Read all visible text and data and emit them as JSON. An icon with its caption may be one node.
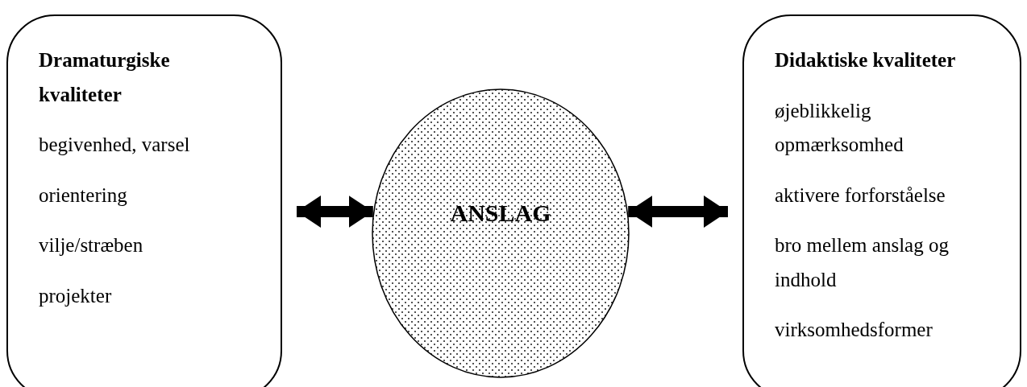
{
  "diagram": {
    "nodes": [
      {
        "text": [
          "Dramaturgiske kvaliteter",
          "begivenhed, varsel",
          "orientering",
          "vilje/stræben",
          "projekter"
        ]
      },
      {
        "text": [
          "ANSLAG"
        ]
      },
      {
        "text": [
          "Didaktiske kvaliteter",
          "øjeblikkelig opmærksomhed",
          "aktivere forforståelse",
          "bro mellem anslag og indhold",
          "virksomhedsformer"
        ]
      }
    ],
    "edges": [
      {
        "from": 0,
        "to": 1,
        "arrow": "both"
      },
      {
        "from": 1,
        "to": 2,
        "arrow": "both"
      }
    ]
  }
}
